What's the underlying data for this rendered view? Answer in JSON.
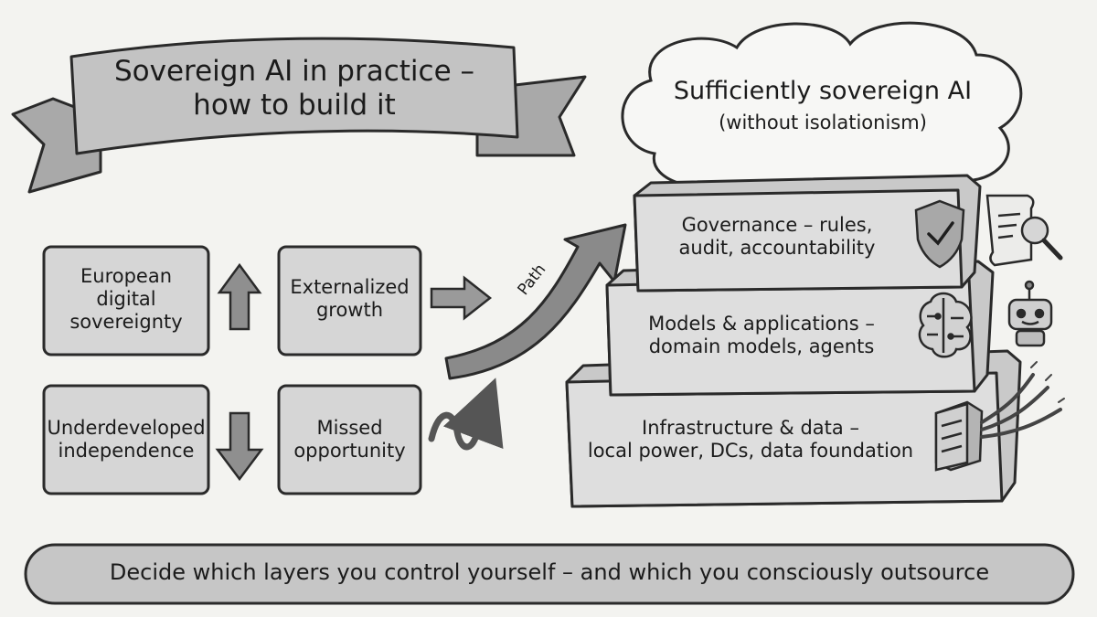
{
  "banner": {
    "line1": "Sovereign AI in practice –",
    "line2": "how to build it"
  },
  "cloud": {
    "title": "Sufficiently sovereign AI",
    "subtitle": "(without isolationism)"
  },
  "quadrants": [
    {
      "line1": "European",
      "line2": "digital",
      "line3": "sovereignty"
    },
    {
      "line1": "Externalized",
      "line2": "growth"
    },
    {
      "line1": "Underdeveloped",
      "line2": "independence"
    },
    {
      "line1": "Missed",
      "line2": "opportunity"
    }
  ],
  "path_label": "Path",
  "layers": [
    {
      "line1": "Governance – rules,",
      "line2": "audit, accountability",
      "icon": "shield-check-icon"
    },
    {
      "line1": "Models & applications –",
      "line2": "domain models, agents",
      "icon": "brain-circuit-icon"
    },
    {
      "line1": "Infrastructure & data –",
      "line2": "local power, DCs, data foundation",
      "icon": "server-icon"
    }
  ],
  "side_icons": [
    "document-magnifier-icon",
    "robot-icon",
    "cables-icon"
  ],
  "footer": "Decide which layers you control yourself – and which you consciously outsource",
  "colors": {
    "background": "#f3f3f0",
    "box_fill": "#d6d6d6",
    "ink": "#1e1e1e"
  }
}
